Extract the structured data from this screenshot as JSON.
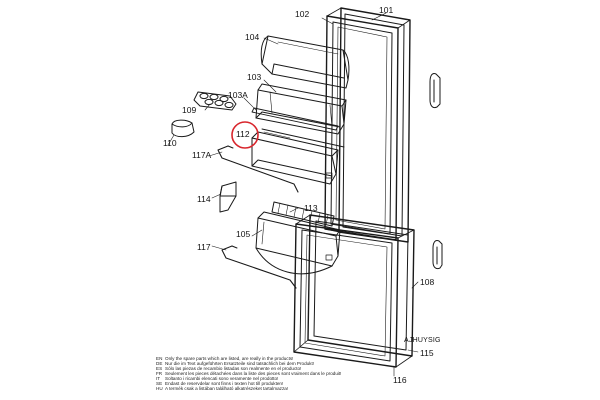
{
  "diagram": {
    "callouts": {
      "c101": "101",
      "c102": "102",
      "c103": "103",
      "c103a": "103A",
      "c104": "104",
      "c105": "105",
      "c108": "108",
      "c109": "109",
      "c110": "110",
      "c112": "112",
      "c113": "113",
      "c114": "114",
      "c115": "115",
      "c116": "116",
      "c117": "117",
      "c117a": "117A"
    },
    "highlight_color": "#d8262d",
    "line_color": "#1a1a1a"
  },
  "document_code": "AJHUYSIG",
  "notes": [
    {
      "code": "EN",
      "text": "Only the spare parts which are listed, are really in the products!"
    },
    {
      "code": "DE",
      "text": "Nur die im Text aufgeführten Ersatzteile sind tatsächlich bei dem Produkt!"
    },
    {
      "code": "ES",
      "text": "Sólo las piezas de recambio  listadas son realmente en el producto!"
    },
    {
      "code": "FR",
      "text": "Seulement les pieces détachées dans la liste des pieces sont vraiment dans le produit!"
    },
    {
      "code": "IT",
      "text": "Soltanto i ricambi elencati sono veramente nel prodotto!"
    },
    {
      "code": "SE",
      "text": "Endast de reservdelar sont finns i texten hot till produkten!"
    },
    {
      "code": "HU",
      "text": "A termék csak a listában található alkatrészeket tartalmazza!"
    }
  ]
}
